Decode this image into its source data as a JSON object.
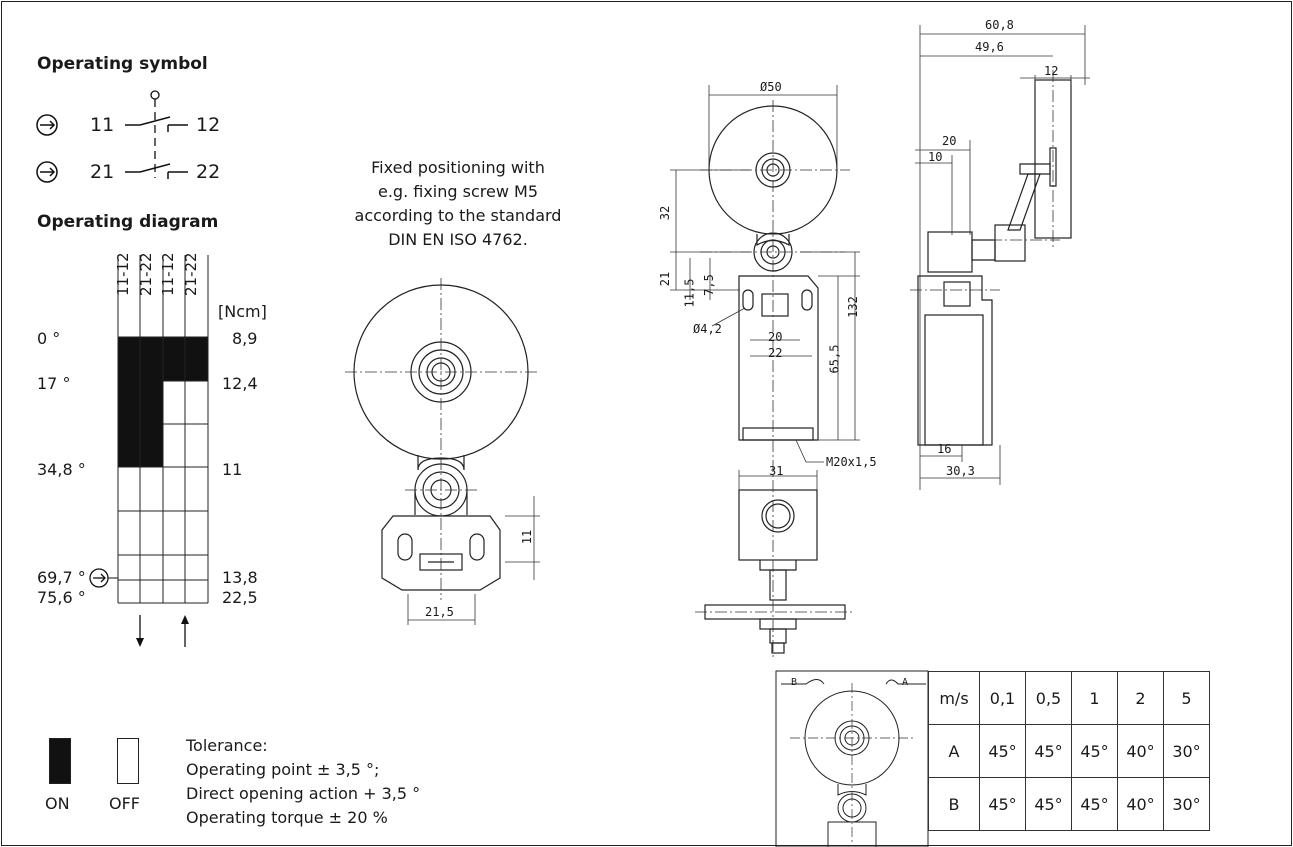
{
  "operating_symbol": {
    "title": "Operating symbol",
    "contacts": [
      {
        "left": "11",
        "right": "12"
      },
      {
        "left": "21",
        "right": "22"
      }
    ]
  },
  "operating_diagram": {
    "title": "Operating diagram",
    "columns": [
      "11-12",
      "21-22",
      "11-12",
      "21-22"
    ],
    "unit": "[Ncm]",
    "angles": [
      "0 °",
      "17 °",
      "34,8 °",
      "69,7 °",
      "75,6 °"
    ],
    "torques": [
      "8,9",
      "12,4",
      "11",
      "13,8",
      "22,5"
    ]
  },
  "fixing_note": {
    "lines": [
      "Fixed positioning with",
      "e.g. fixing screw M5",
      "according to the standard",
      "DIN EN ISO 4762."
    ]
  },
  "legend": {
    "on": "ON",
    "off": "OFF",
    "tolerance_lines": [
      "Tolerance:",
      "Operating point ± 3,5 °;",
      "Direct opening action + 3,5 °",
      "Operating torque ± 20 %"
    ]
  },
  "dimensions": {
    "front_dia": "Ø50",
    "front_32": "32",
    "front_21": "21",
    "front_11_5": "11,5",
    "front_7_5": "7,5",
    "front_hole": "Ø4,2",
    "front_20": "20",
    "front_22": "22",
    "front_65_5": "65,5",
    "front_132": "132",
    "front_thread": "M20x1,5",
    "bottom_31": "31",
    "side_60_8": "60,8",
    "side_49_6": "49,6",
    "side_12": "12",
    "side_20": "20",
    "side_10": "10",
    "side_16": "16",
    "side_30_3": "30,3",
    "center_11": "11",
    "center_21_5": "21,5",
    "inset_b": "B",
    "inset_a": "A"
  },
  "speed_table": {
    "header": [
      "m/s",
      "0,1",
      "0,5",
      "1",
      "2",
      "5"
    ],
    "rows": [
      [
        "A",
        "45°",
        "45°",
        "45°",
        "40°",
        "30°"
      ],
      [
        "B",
        "45°",
        "45°",
        "45°",
        "40°",
        "30°"
      ]
    ]
  }
}
